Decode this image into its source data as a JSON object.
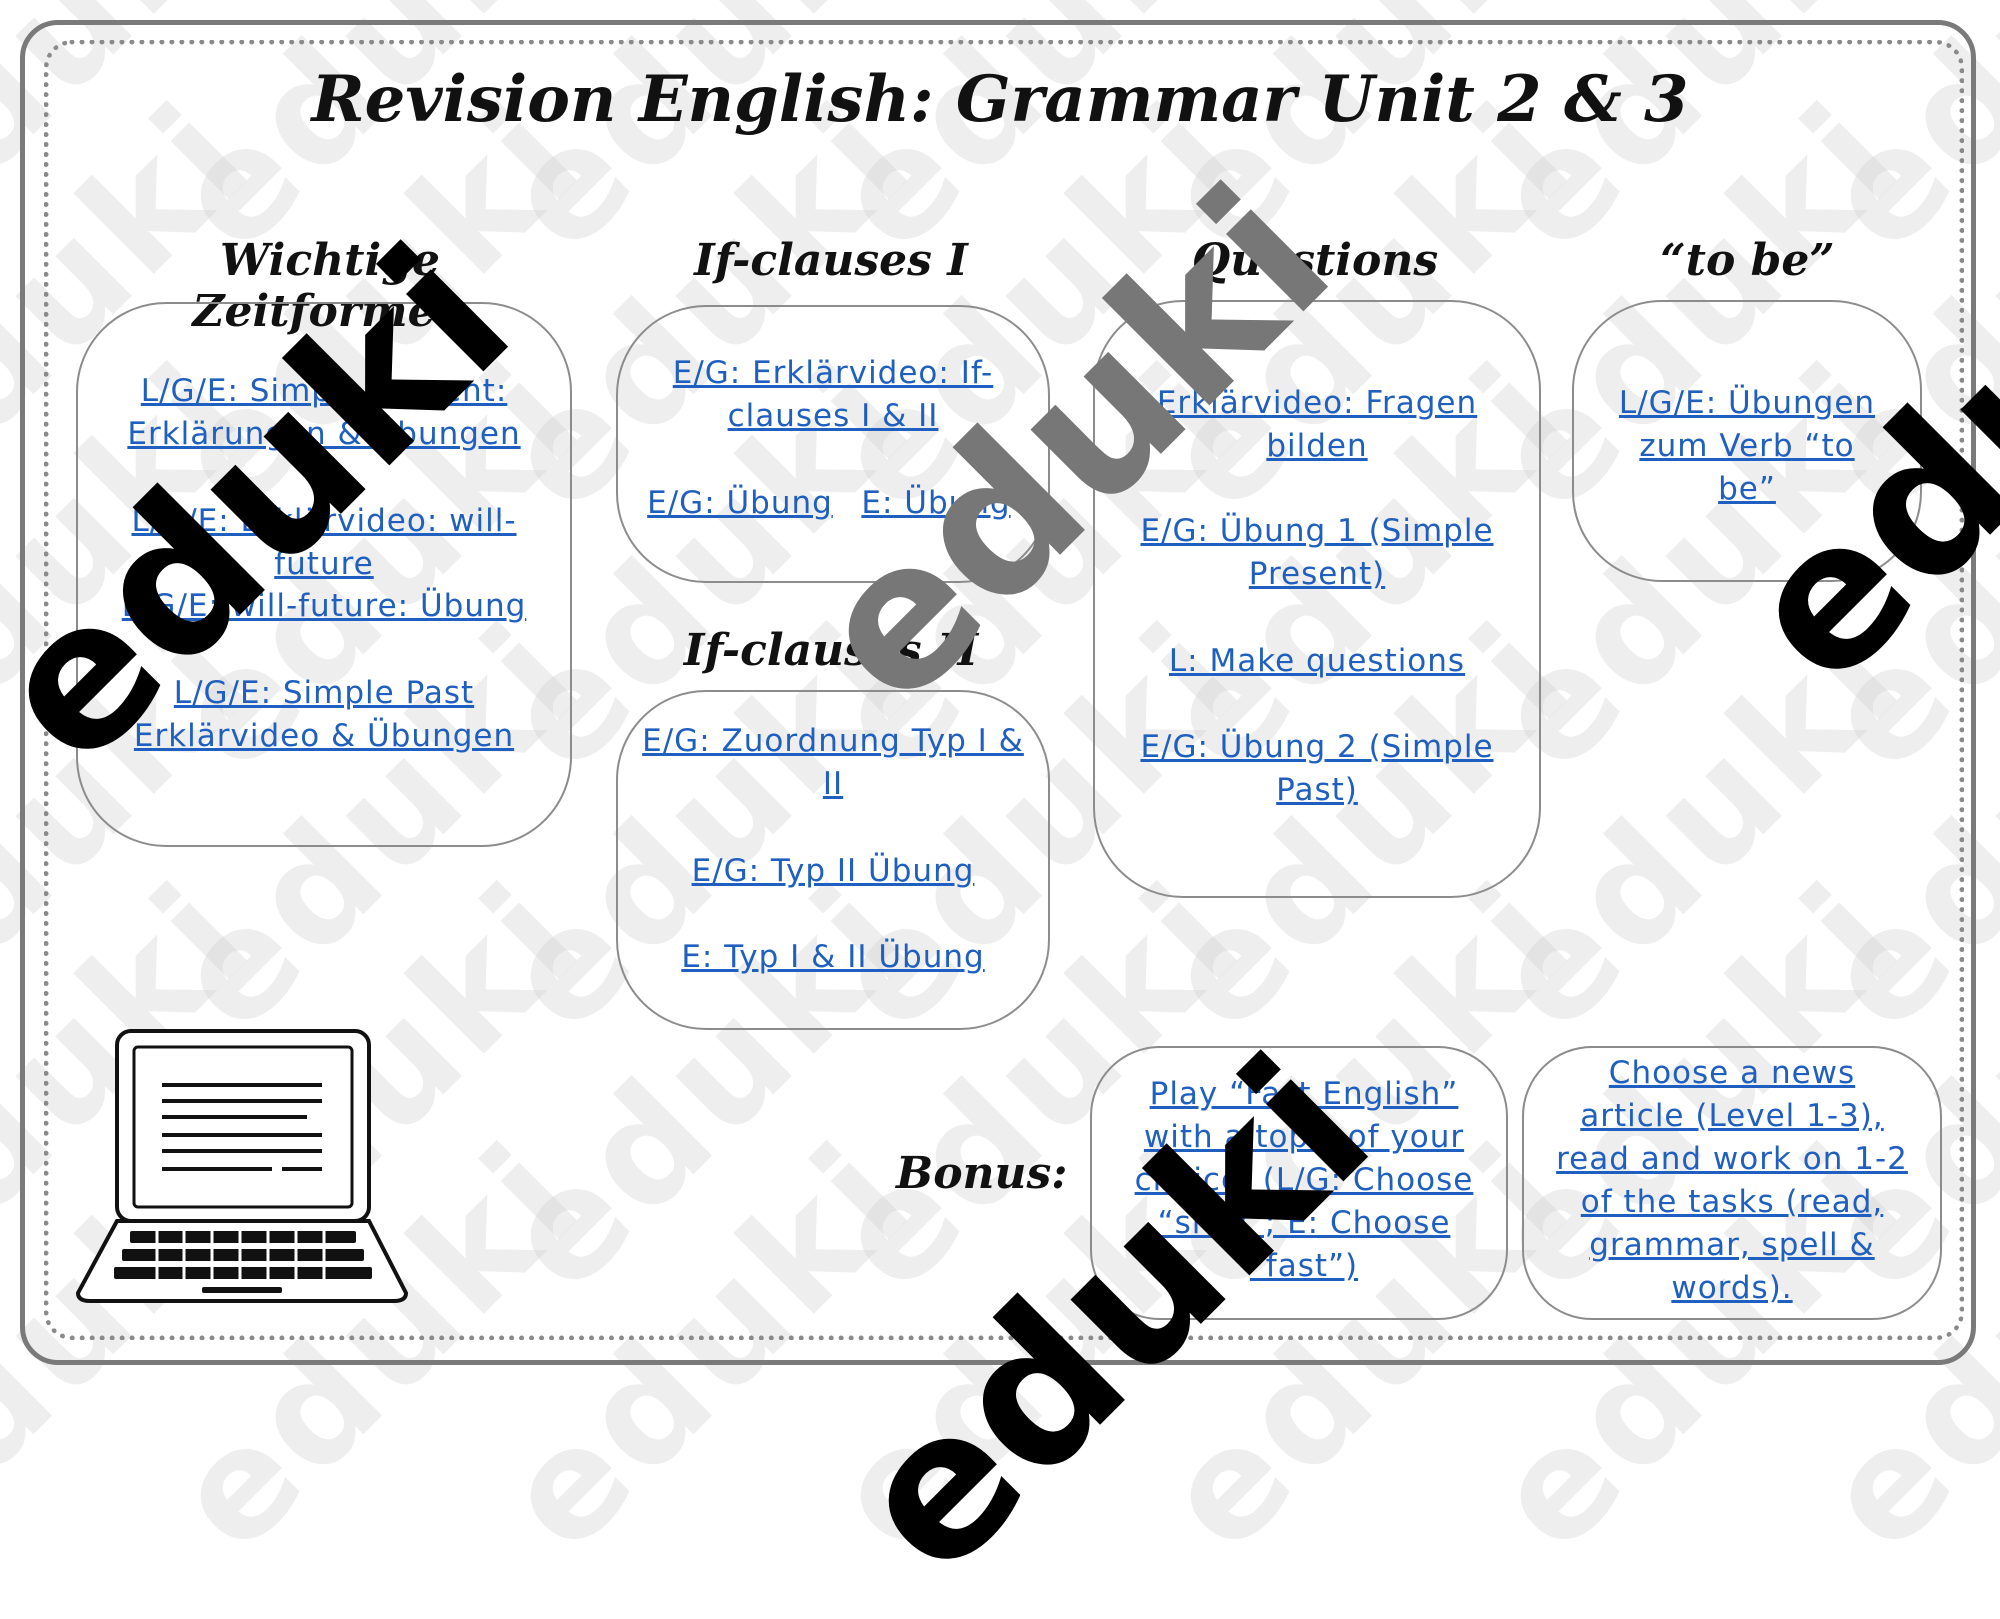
{
  "title": "Revision English: Grammar Unit 2 & 3",
  "sections": {
    "zeitformen": {
      "heading": "Wichtige Zeitformen",
      "links": [
        "L/G/E: Simple Present: Erklärungen & Übungen",
        "L/G/E: Erklärvideo: will-future",
        "L/G/E: will-future: Übung",
        "L/G/E: Simple Past Erklärvideo & Übungen"
      ]
    },
    "ifclauses1": {
      "heading": "If-clauses I",
      "links": [
        "E/G: Erklärvideo: If-clauses I & II",
        "E/G: Übung",
        "E: Übung"
      ]
    },
    "ifclauses2": {
      "heading": "If-clauses II",
      "links": [
        "E/G: Zuordnung Typ I & II",
        "E/G: Typ II Übung",
        "E: Typ I & II Übung"
      ]
    },
    "questions": {
      "heading": "Questions",
      "links": [
        "Erklärvideo: Fragen bilden",
        "E/G: Übung 1 (Simple Present)",
        "L: Make questions",
        "E/G: Übung 2 (Simple Past)"
      ]
    },
    "tobe": {
      "heading": "“to be”",
      "links": [
        "L/G/E: Übungen zum Verb “to be”"
      ]
    }
  },
  "bonus": {
    "label": "Bonus:",
    "links": [
      "Play “Fast English” with a topic of your choice. (L/G: Choose “slow”; E: Choose “fast”)",
      "Choose a news article (Level 1-3), read and work on 1-2 of the tasks (read, grammar, spell & words)."
    ]
  },
  "watermark": "eduki"
}
